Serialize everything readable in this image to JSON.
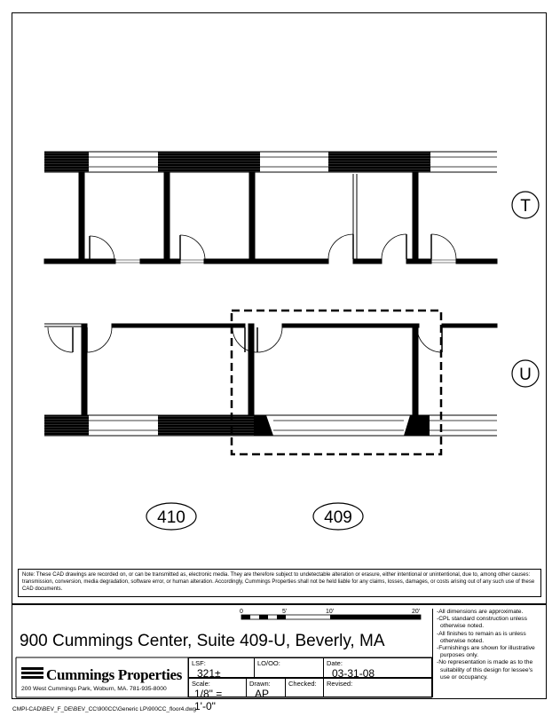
{
  "plan": {
    "grid_t": "T",
    "grid_u": "U",
    "suite_410": "410",
    "suite_409": "409"
  },
  "note": "Note:  These CAD drawings are recorded on, or can be transmitted as, electronic media.  They are therefore subject to undetectable alteration or erasure, either intentional or unintentional, due to, among other causes: transmission, conversion, media degradation, software error, or human alteration.  Accordingly, Cummings Properties shall not be held liable for any claims, losses, damages, or costs arising out of any such use of these CAD documents.",
  "title": "900 Cummings Center, Suite 409-U,  Beverly, MA",
  "scale_bar": {
    "t0": "0",
    "t5": "5'",
    "t10": "10'",
    "t20": "20'"
  },
  "general_notes": [
    "-All dimensions are approximate.",
    "-CPL standard construction unless otherwise noted.",
    "-All finishes to remain as is unless otherwise noted.",
    "-Furnishings are shown for illustrative purposes only.",
    "-No representation is made as to the suitability of this design for lessee's use or occupancy."
  ],
  "block": {
    "lsf_label": "LSF:",
    "lsf_value": "321±",
    "loo_label": "LO/OO:",
    "loo_value": "",
    "date_label": "Date:",
    "date_value": "03-31-08",
    "scale_label": "Scale:",
    "scale_value": "1/8\" = 1'-0\"",
    "drawn_label": "Drawn:",
    "drawn_value": "AP",
    "checked_label": "Checked:",
    "checked_value": "",
    "revised_label": "Revised:",
    "revised_value": ""
  },
  "company": {
    "name": "Cummings Properties",
    "address": "200 West Cummings Park, Woburn, MA.   781-935-8000"
  },
  "file_path": "CMPI-CAD\\BEV_F_DE\\BEV_CC\\900CC\\Generic LP\\900CC_floor4.dwg"
}
